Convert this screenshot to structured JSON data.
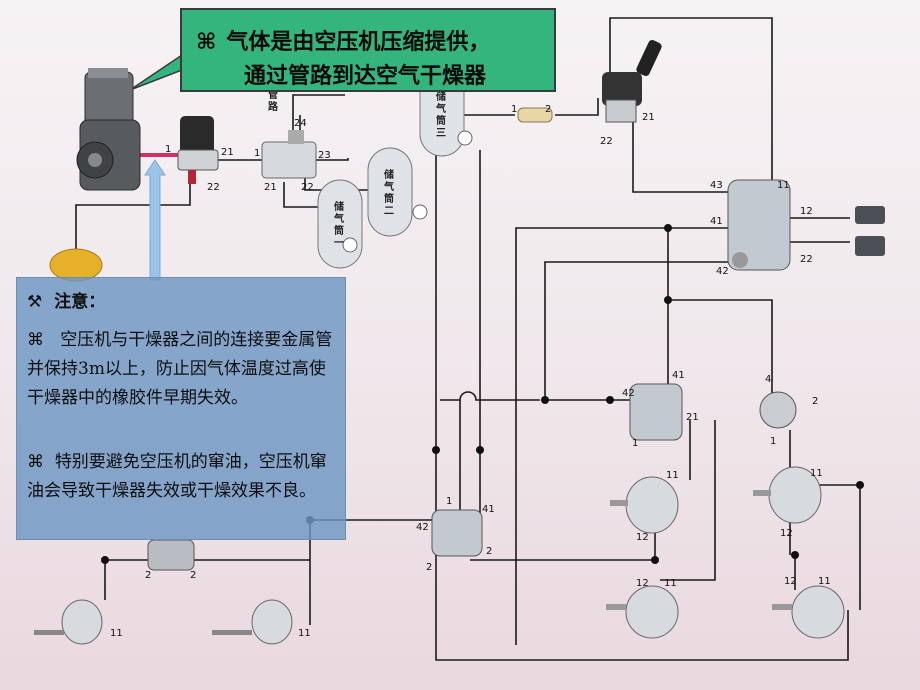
{
  "callout": {
    "icon": "⌘",
    "line1": "气体是由空压机压缩提供，",
    "line2": "通过管路到达空气干燥器"
  },
  "note": {
    "header_icon": "⚒",
    "title": "注意：",
    "bullet": "⌘",
    "para1": "空压机与干燥器之间的连接要金属管并保持3m以上，防止因气体温度过高使干燥器中的橡胶件早期失效。",
    "para2": "特别要避免空压机的窜油，空压机窜油会导致干燥器失效或干燥效果不良。"
  },
  "diagram": {
    "tanks": {
      "tank1": [
        "储",
        "气",
        "筒",
        "一"
      ],
      "tank2": [
        "储",
        "气",
        "筒",
        "二"
      ],
      "tank3": [
        "储",
        "气",
        "筒",
        "三"
      ]
    },
    "vertical_label": [
      "管",
      "路"
    ],
    "ports": {
      "dryer_1": "1",
      "dryer_21": "21",
      "dryer_22": "22",
      "fourway_1": "1",
      "fourway_24": "24",
      "fourway_23": "23",
      "fourway_21": "21",
      "fourway_22": "22",
      "check_1": "1",
      "check_2": "2",
      "hand_21": "21",
      "hand_22": "22",
      "relay_top_43": "43",
      "relay_top_11": "11",
      "relay_top_41": "41",
      "relay_top_42": "42",
      "relay_top_12": "12",
      "relay_top_22": "22",
      "relay_mid_42": "42",
      "relay_mid_41": "41",
      "relay_mid_21": "21",
      "relay_mid_1": "1",
      "valve_right_4": "4",
      "valve_right_2": "2",
      "valve_right_1": "1",
      "rear_l1_11": "11",
      "rear_l1_12": "12",
      "rear_r1_11": "11",
      "rear_r1_12": "12",
      "rear_l2_12": "12",
      "rear_l2_11": "11",
      "rear_r2_12": "12",
      "rear_r2_11": "11",
      "relay_low_1": "1",
      "relay_low_41": "41",
      "relay_low_42": "42",
      "relay_low_2a": "2",
      "relay_low_2b": "2",
      "front_valve_2a": "2",
      "front_valve_2b": "2",
      "front_l_11": "11",
      "front_r_11": "11"
    }
  },
  "colors": {
    "callout_bg": "#34b57e",
    "note_bg": "#6e96c3",
    "pipe": "#1a1a1a",
    "hot_pipe": "#d0306a",
    "arrow": "#9cc3ea"
  }
}
